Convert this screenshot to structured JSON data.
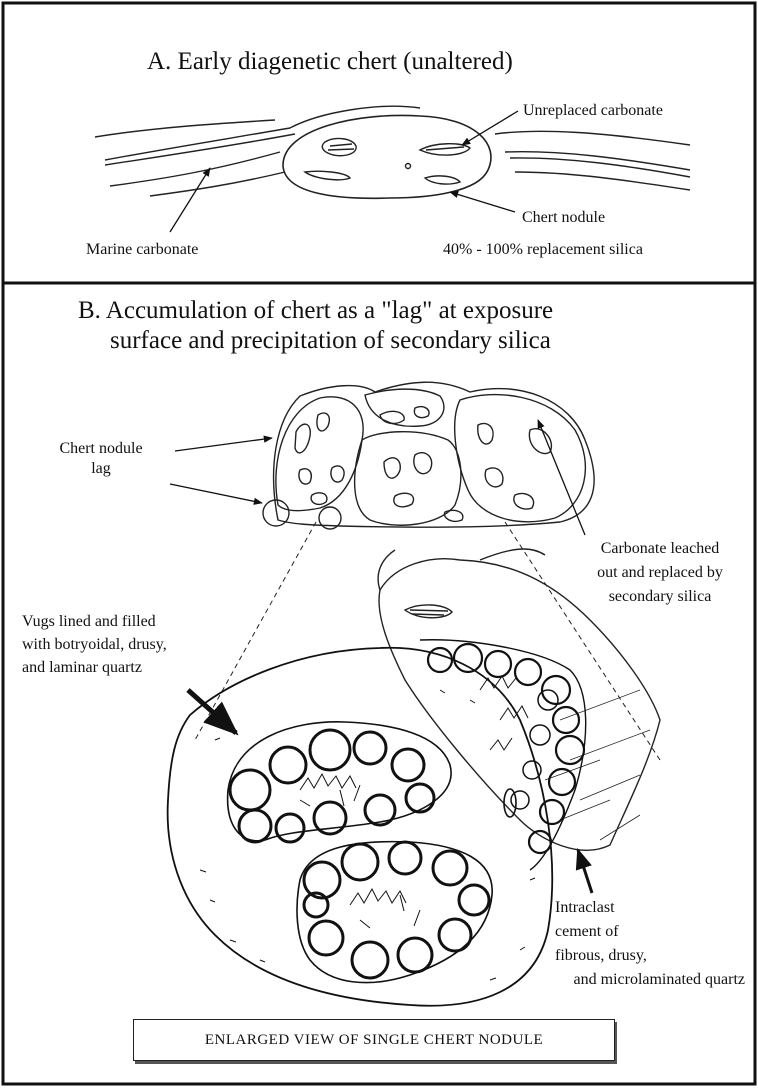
{
  "panel_a": {
    "title": "A. Early diagenetic chert (unaltered)",
    "labels": {
      "unreplaced_carbonate": "Unreplaced carbonate",
      "chert_nodule": "Chert nodule",
      "replacement_silica": "40% - 100% replacement silica",
      "marine_carbonate": "Marine carbonate"
    }
  },
  "panel_b": {
    "title_line1": "B. Accumulation of chert as a \"lag\" at exposure",
    "title_line2": "surface and precipitation of secondary silica",
    "labels": {
      "lag_line1": "Chert nodule",
      "lag_line2": "lag",
      "leached_line1": "Carbonate leached",
      "leached_line2": "out and replaced by",
      "leached_line3": "secondary silica",
      "vugs_line1": "Vugs lined and filled",
      "vugs_line2": "with botryoidal, drusy,",
      "vugs_line3": "and laminar quartz",
      "cement_line1": "Intraclast",
      "cement_line2": "cement of",
      "cement_line3": "fibrous, drusy,",
      "cement_line4": "and microlaminated quartz"
    },
    "caption": "ENLARGED VIEW OF SINGLE CHERT NODULE"
  }
}
